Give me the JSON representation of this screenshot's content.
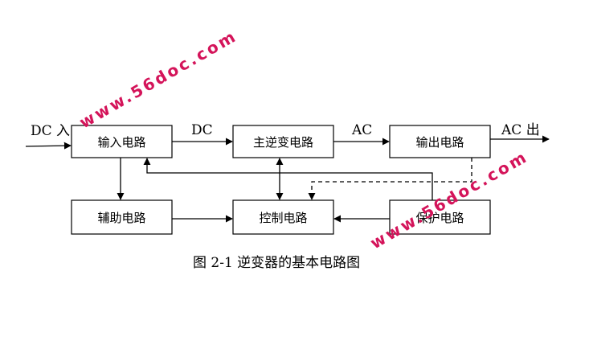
{
  "blocks": {
    "input": "输入电路",
    "inverter": "主逆变电路",
    "output": "输出电路",
    "auxiliary": "辅助电路",
    "control": "控制电路",
    "protection": "保护电路"
  },
  "labels": {
    "dc_in": "DC 入",
    "dc": "DC",
    "ac": "AC",
    "ac_out": "AC 出"
  },
  "caption": "图 2-1  逆变器的基本电路图",
  "watermark": "www.56doc.com"
}
